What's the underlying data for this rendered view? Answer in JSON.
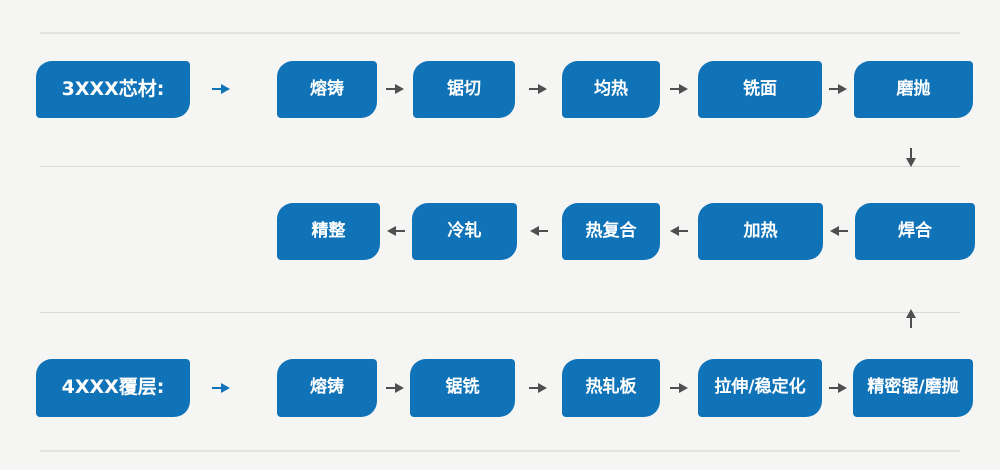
{
  "colors": {
    "bg": "#f5f5f3",
    "box_blue": "#1173b7",
    "arrow_gray": "#4f4f4f",
    "arrow_blue": "#1173b7",
    "line_light": "#e3e3e1",
    "line_mid": "#d8d8d6",
    "text_white": "#ffffff"
  },
  "flow": {
    "row1": {
      "label": "3XXX芯材:",
      "steps": [
        "熔铸",
        "锯切",
        "均热",
        "铣面",
        "磨抛"
      ]
    },
    "row2": {
      "steps": [
        "精整",
        "冷轧",
        "热复合",
        "加热",
        "焊合"
      ]
    },
    "row3": {
      "label": "4XXX覆层:",
      "steps": [
        "熔铸",
        "锯铣",
        "热轧板",
        "拉伸/稳定化",
        "精密锯/磨抛"
      ]
    }
  }
}
